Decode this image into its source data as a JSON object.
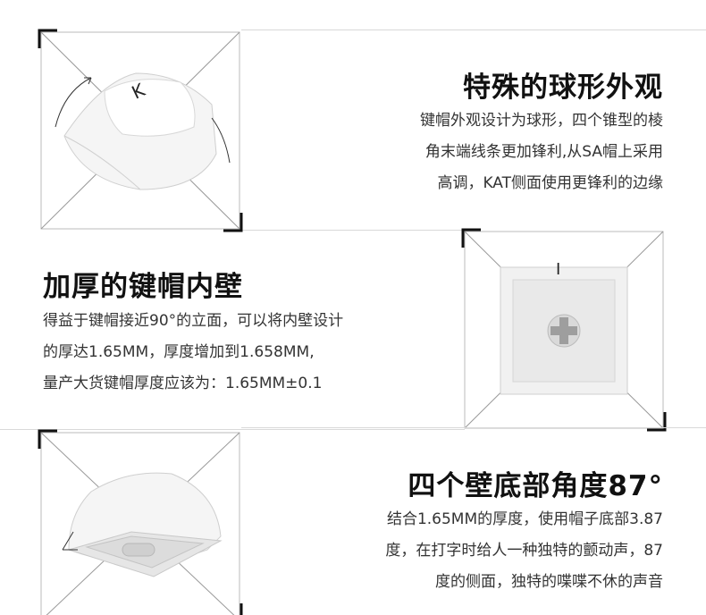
{
  "sections": [
    {
      "title": "特殊的球形外观",
      "lines": [
        "键帽外观设计为球形，四个锥型的棱",
        "角末端线条更加锋利,从SA帽上采用",
        "高调，KAT侧面使用更锋利的边缘"
      ],
      "keycap_legend": "K"
    },
    {
      "title": "加厚的键帽内壁",
      "lines": [
        "得益于键帽接近90°的立面，可以将内壁设计",
        "的厚达1.65MM，厚度增加到1.658MM,",
        "量产大货键帽厚度应该为：1.65MM±0.1"
      ],
      "keycap_legend": "I"
    },
    {
      "title": "四个壁底部角度87°",
      "lines": [
        "结合1.65MM的厚度，使用帽子底部3.87",
        "度，在打字时给人一种独特的颤动声，87",
        "度的侧面，独特的喋喋不休的声音"
      ]
    }
  ],
  "colors": {
    "line": "#d9d9d9",
    "corner": "#111111",
    "keycap": "#f4f4f4",
    "shadow": "#c8c8c8"
  }
}
